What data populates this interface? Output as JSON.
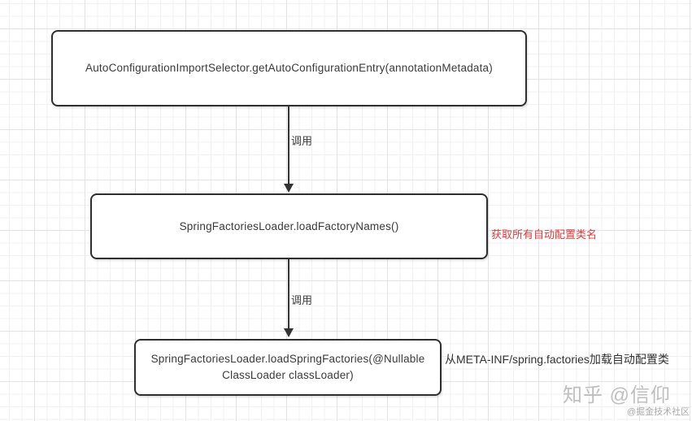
{
  "diagram": {
    "nodes": [
      {
        "id": "node1",
        "label": "AutoConfigurationImportSelector.getAutoConfigurationEntry(annotationMetadata)"
      },
      {
        "id": "node2",
        "label": "SpringFactoriesLoader.loadFactoryNames()"
      },
      {
        "id": "node3",
        "label": "SpringFactoriesLoader.loadSpringFactories(@Nullable\nClassLoader classLoader)"
      }
    ],
    "edges": [
      {
        "from": "node1",
        "to": "node2",
        "label": "调用"
      },
      {
        "from": "node2",
        "to": "node3",
        "label": "调用"
      }
    ],
    "annotations": [
      {
        "attached_to": "node2",
        "text": "获取所有自动配置类名",
        "color": "#e03a3a"
      },
      {
        "attached_to": "node3",
        "text": "从META-INF/spring.factories加载自动配置类",
        "color": "#333333"
      }
    ]
  },
  "watermark": {
    "main": "知乎 @信仰",
    "sub": "@掘金技术社区"
  },
  "colors": {
    "node_border": "#2f2f2f",
    "node_fill": "#ffffff",
    "node_text": "#3a3a3a",
    "arrow": "#333333",
    "annotation_red": "#e03a3a",
    "annotation_black": "#333333",
    "grid_minor": "#f1f1f1",
    "grid_major": "#e3e3e3",
    "watermark_gray": "#bfbfbf"
  }
}
